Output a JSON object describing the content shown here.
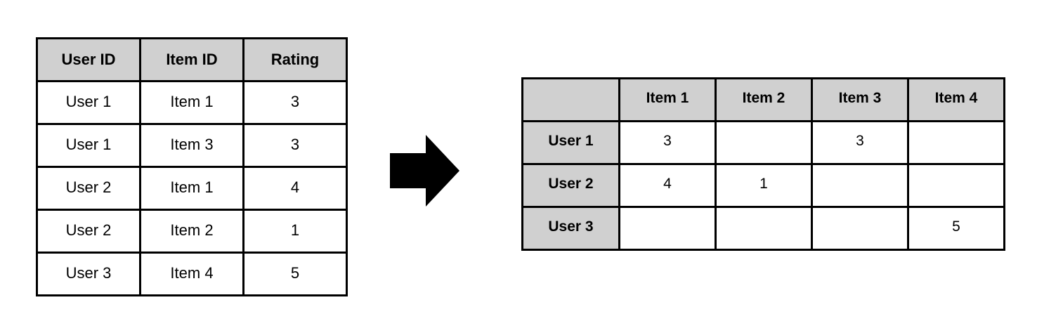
{
  "diagram": {
    "arrow_icon": "right-arrow-icon",
    "header_fill": "#d0d0d0",
    "border_color": "#000000",
    "arrow_color": "#000000",
    "background": "#ffffff"
  },
  "triplet_table": {
    "columns": [
      "User ID",
      "Item ID",
      "Rating"
    ],
    "rows": [
      [
        "User 1",
        "Item 1",
        "3"
      ],
      [
        "User 1",
        "Item 3",
        "3"
      ],
      [
        "User 2",
        "Item 1",
        "4"
      ],
      [
        "User 2",
        "Item 2",
        "1"
      ],
      [
        "User 3",
        "Item 4",
        "5"
      ]
    ]
  },
  "matrix_table": {
    "corner_label": "",
    "column_headers": [
      "Item 1",
      "Item 2",
      "Item 3",
      "Item 4"
    ],
    "row_headers": [
      "User 1",
      "User 2",
      "User 3"
    ],
    "values": [
      [
        "3",
        "",
        "3",
        ""
      ],
      [
        "4",
        "1",
        "",
        ""
      ],
      [
        "",
        "",
        "",
        "5"
      ]
    ]
  },
  "chart_data": {
    "type": "table",
    "title": "",
    "tables": [
      {
        "name": "rating-triplets",
        "orientation": "long",
        "columns": [
          "User ID",
          "Item ID",
          "Rating"
        ],
        "rows": [
          [
            "User 1",
            "Item 1",
            3
          ],
          [
            "User 1",
            "Item 3",
            3
          ],
          [
            "User 2",
            "Item 1",
            4
          ],
          [
            "User 2",
            "Item 2",
            1
          ],
          [
            "User 3",
            "Item 4",
            5
          ]
        ]
      },
      {
        "name": "user-item-matrix",
        "orientation": "wide",
        "row_index": [
          "User 1",
          "User 2",
          "User 3"
        ],
        "columns": [
          "Item 1",
          "Item 2",
          "Item 3",
          "Item 4"
        ],
        "values": [
          [
            3,
            null,
            3,
            null
          ],
          [
            4,
            1,
            null,
            null
          ],
          [
            null,
            null,
            null,
            5
          ]
        ]
      }
    ]
  }
}
